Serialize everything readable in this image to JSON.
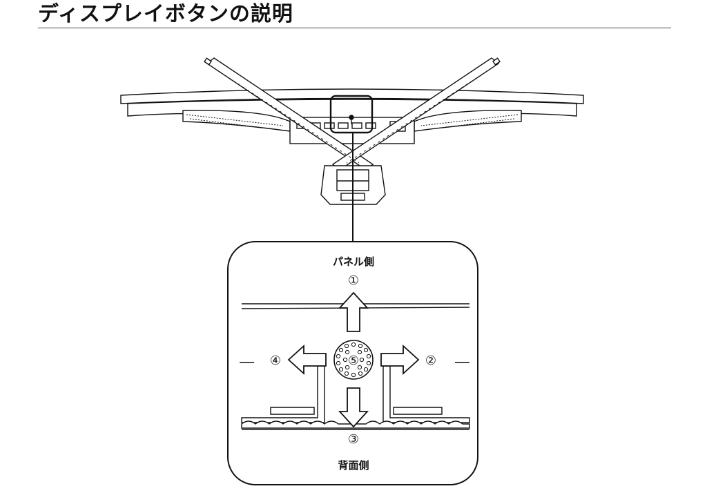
{
  "page": {
    "title": "ディスプレイボタンの説明"
  },
  "diagram": {
    "monitor_label": "",
    "panel_side": "パネル側",
    "back_side": "背面側",
    "markers": {
      "up": "①",
      "right": "②",
      "down": "③",
      "left": "④",
      "center": "⑤"
    },
    "icons": [
      "monitor-top-view-illustration",
      "joystick-button-icon",
      "arrow-up-icon",
      "arrow-right-icon",
      "arrow-down-icon",
      "arrow-left-icon"
    ]
  }
}
